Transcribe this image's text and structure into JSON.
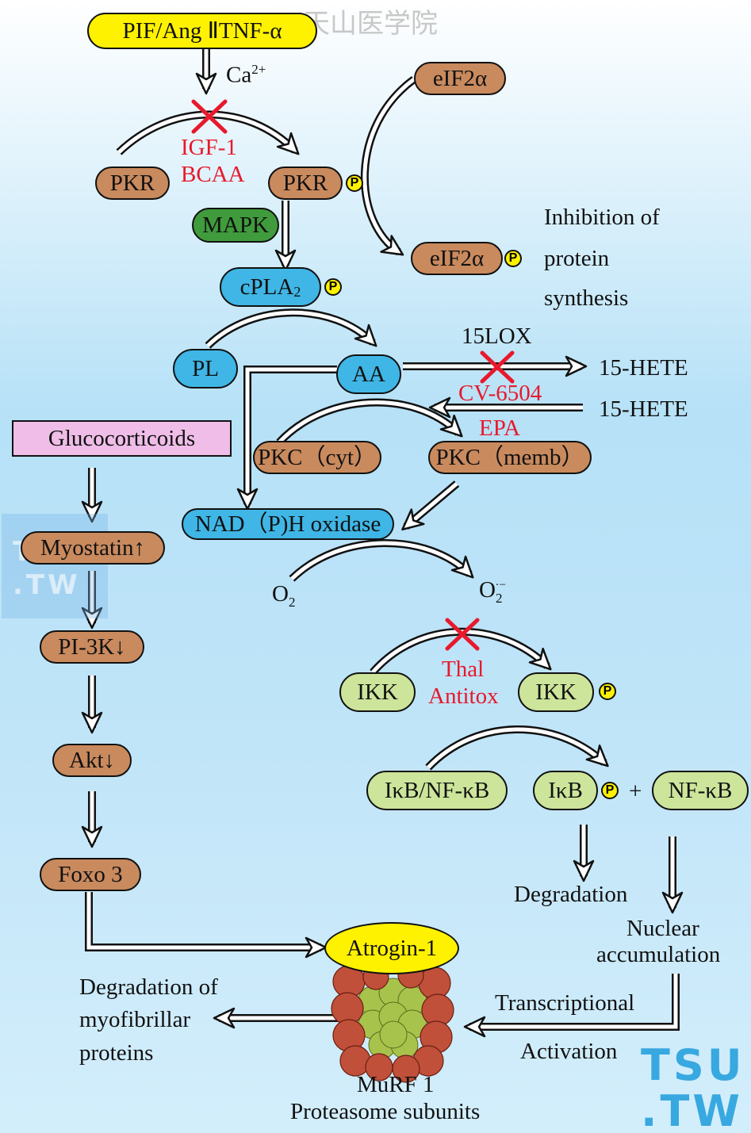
{
  "nodes": {
    "pif": "PIF/Ang ⅡTNF-α",
    "pkr1": "PKR",
    "pkr2": "PKR",
    "eif2a1": "eIF2α",
    "eif2a2": "eIF2α",
    "mapk": "MAPK",
    "cpla2_main": "cPLA",
    "cpla2_sub": "2",
    "pl": "PL",
    "aa": "AA",
    "glucocorticoids": "Glucocorticoids",
    "pkc_cyt": "PKC（cyt）",
    "pkc_memb": "PKC（memb）",
    "nadph": "NAD（P)H oxidase",
    "myostatin": "Myostatin↑",
    "pi3k": "PI-3K↓",
    "akt": "Akt↓",
    "foxo3": "Foxo 3",
    "ikk1": "IKK",
    "ikk2": "IKK",
    "ikb_nfkb": "IκB/NF-κB",
    "ikb": "IκB",
    "nfkb": "NF-κB",
    "atrogin": "Atrogin-1"
  },
  "phospho_label": "P",
  "labels": {
    "ca_main": "Ca",
    "ca_sup": "2+",
    "inhibition_1": "Inhibition of",
    "inhibition_2": "protein",
    "inhibition_3": "synthesis",
    "lox15": "15LOX",
    "hete_1": "15-HETE",
    "hete_2": "15-HETE",
    "o2_main": "O",
    "o2_sub": "2",
    "o2r_main": "O",
    "o2r_sub": "2",
    "o2r_sup": "·−",
    "plus": "+",
    "degradation": "Degradation",
    "nuclear_1": "Nuclear",
    "nuclear_2": "accumulation",
    "transcriptional": "Transcriptional",
    "activation": "Activation",
    "degmyo_1": "Degradation of",
    "degmyo_2": "myofibrillar",
    "degmyo_3": "proteins",
    "murf_1": "MuRF 1",
    "murf_2": "Proteasome subunits"
  },
  "inhibitors": {
    "igf_1": "IGF-1",
    "igf_2": "BCAA",
    "cv_1": "CV-6504",
    "cv_2": "EPA",
    "thal_1": "Thal",
    "thal_2": "Antitox"
  },
  "watermarks": {
    "top": "天山医学院",
    "tsu_1": "TSU",
    "tsu_2": ".TW",
    "left_1": "TSU",
    "left_2": ".TW"
  },
  "colors": {
    "brown_node": "#c98a5e",
    "blue_node": "#3fb6e6",
    "green_node": "#cce59b",
    "dark_green_node": "#3f9b3c",
    "yellow_node": "#fff200",
    "pink_box": "#efbde8",
    "inhibitor_red": "#e8192c"
  }
}
